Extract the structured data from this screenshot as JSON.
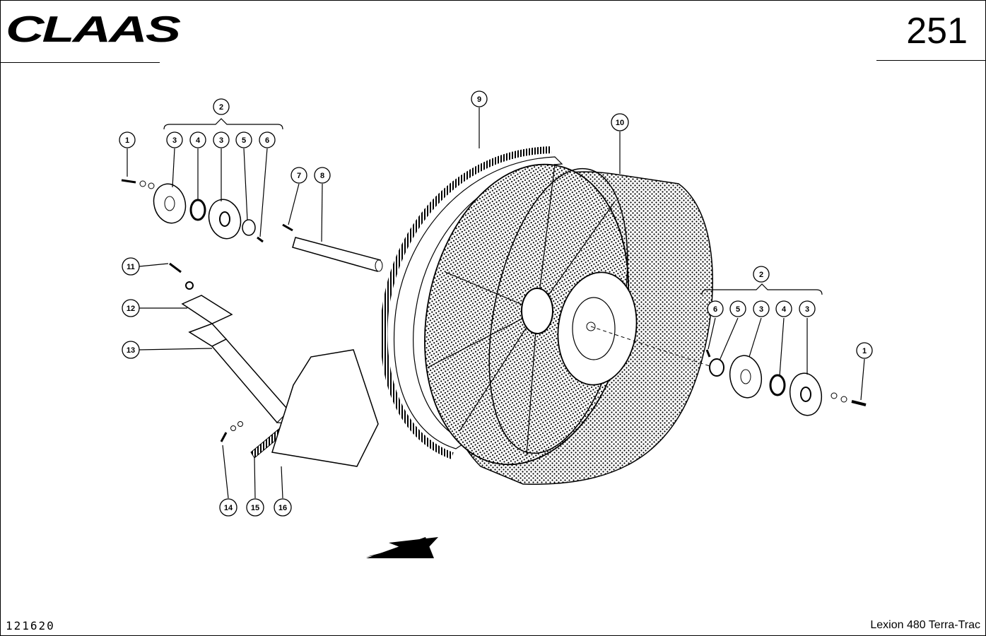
{
  "header": {
    "brand": "CLAAS",
    "page_number": "251"
  },
  "footer": {
    "drawing_number": "121620",
    "model": "Lexion 480 Terra-Trac"
  },
  "callouts": [
    {
      "id": "c2-left",
      "text": "2"
    },
    {
      "id": "c1-left",
      "text": "1"
    },
    {
      "id": "c3-left-a",
      "text": "3"
    },
    {
      "id": "c4-left",
      "text": "4"
    },
    {
      "id": "c3-left-b",
      "text": "3"
    },
    {
      "id": "c5-left",
      "text": "5"
    },
    {
      "id": "c6-left",
      "text": "6"
    },
    {
      "id": "c7",
      "text": "7"
    },
    {
      "id": "c8",
      "text": "8"
    },
    {
      "id": "c9",
      "text": "9"
    },
    {
      "id": "c10",
      "text": "10"
    },
    {
      "id": "c11",
      "text": "11"
    },
    {
      "id": "c12",
      "text": "12"
    },
    {
      "id": "c13",
      "text": "13"
    },
    {
      "id": "c14",
      "text": "14"
    },
    {
      "id": "c15",
      "text": "15"
    },
    {
      "id": "c16",
      "text": "16"
    },
    {
      "id": "c2-right",
      "text": "2"
    },
    {
      "id": "c6-right",
      "text": "6"
    },
    {
      "id": "c5-right",
      "text": "5"
    },
    {
      "id": "c3-right-a",
      "text": "3"
    },
    {
      "id": "c4-right",
      "text": "4"
    },
    {
      "id": "c3-right-b",
      "text": "3"
    },
    {
      "id": "c1-right",
      "text": "1"
    }
  ]
}
